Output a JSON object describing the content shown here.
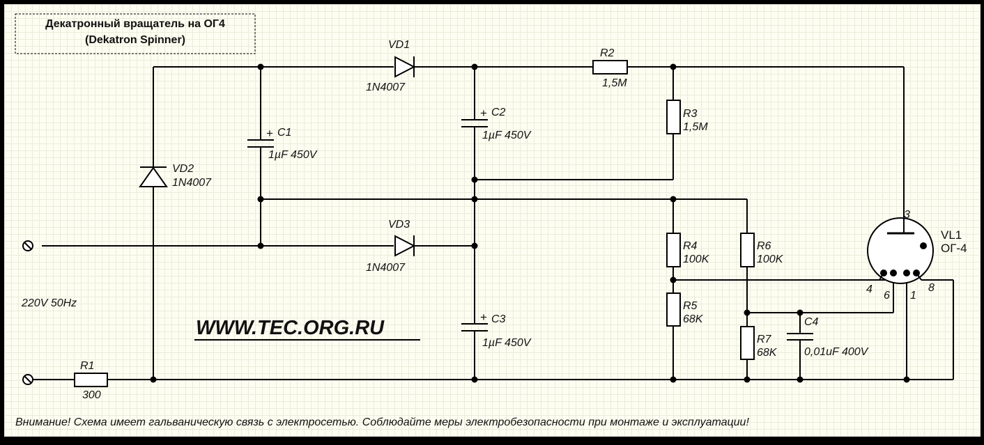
{
  "title": {
    "line1": "Декатронный вращатель на ОГ4",
    "line2": "(Dekatron Spinner)"
  },
  "website": "WWW.TEC.ORG.RU",
  "supply_label": "220V 50Hz",
  "warning": "Внимание! Схема имеет гальваническую связь с электросетью. Соблюдайте меры электробезопасности при монтаже и эксплуатации!",
  "components": {
    "VD1": {
      "ref": "VD1",
      "value": "1N4007",
      "type": "diode"
    },
    "VD2": {
      "ref": "VD2",
      "value": "1N4007",
      "type": "diode"
    },
    "VD3": {
      "ref": "VD3",
      "value": "1N4007",
      "type": "diode"
    },
    "C1": {
      "ref": "C1",
      "value": "1µF 450V",
      "type": "electrolytic-capacitor",
      "polarity": "+"
    },
    "C2": {
      "ref": "C2",
      "value": "1µF 450V",
      "type": "electrolytic-capacitor",
      "polarity": "+"
    },
    "C3": {
      "ref": "C3",
      "value": "1µF 450V",
      "type": "electrolytic-capacitor",
      "polarity": "+"
    },
    "C4": {
      "ref": "C4",
      "value": "0,01uF 400V",
      "type": "capacitor"
    },
    "R1": {
      "ref": "R1",
      "value": "300",
      "type": "resistor"
    },
    "R2": {
      "ref": "R2",
      "value": "1,5M",
      "type": "resistor"
    },
    "R3": {
      "ref": "R3",
      "value": "1,5M",
      "type": "resistor"
    },
    "R4": {
      "ref": "R4",
      "value": "100K",
      "type": "resistor"
    },
    "R5": {
      "ref": "R5",
      "value": "68K",
      "type": "resistor"
    },
    "R6": {
      "ref": "R6",
      "value": "100K",
      "type": "resistor"
    },
    "R7": {
      "ref": "R7",
      "value": "68K",
      "type": "resistor"
    },
    "VL1": {
      "ref": "VL1",
      "value": "ОГ-4",
      "type": "dekatron",
      "pins": [
        "3",
        "4",
        "6",
        "1",
        "8"
      ]
    }
  }
}
